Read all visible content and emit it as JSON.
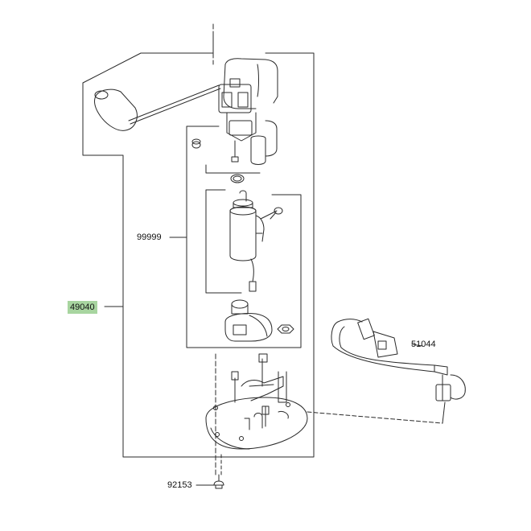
{
  "diagram": {
    "labels": [
      {
        "id": "part-99999",
        "text": "99999",
        "highlighted": false
      },
      {
        "id": "part-49040",
        "text": "49040",
        "highlighted": true
      },
      {
        "id": "part-51044",
        "text": "51044",
        "highlighted": false
      },
      {
        "id": "part-92153",
        "text": "92153",
        "highlighted": false
      }
    ],
    "colors": {
      "line": "#2a2a2a",
      "highlight": "#a8d5a0",
      "background": "#ffffff"
    }
  }
}
